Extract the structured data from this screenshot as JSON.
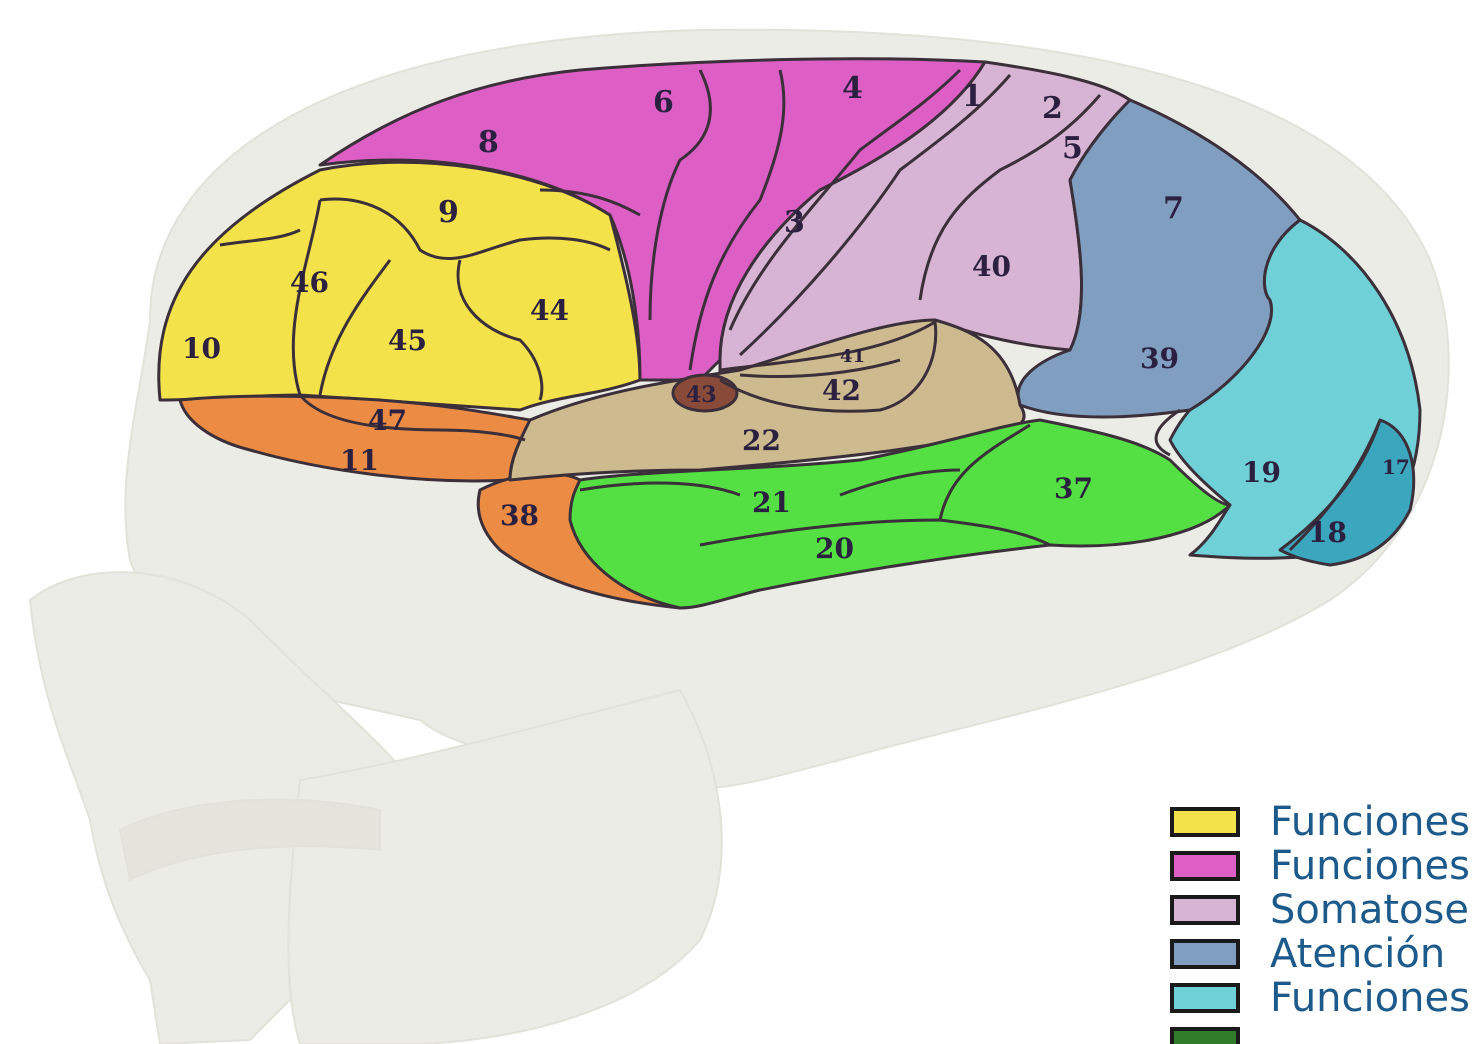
{
  "diagram": {
    "regions": {
      "area_1": "1",
      "area_2": "2",
      "area_3": "3",
      "area_4": "4",
      "area_5": "5",
      "area_6": "6",
      "area_7": "7",
      "area_8": "8",
      "area_9": "9",
      "area_10": "10",
      "area_11": "11",
      "area_17": "17",
      "area_18": "18",
      "area_19": "19",
      "area_20": "20",
      "area_21": "21",
      "area_22": "22",
      "area_37": "37",
      "area_38": "38",
      "area_39": "39",
      "area_40": "40",
      "area_41": "41",
      "area_42": "42",
      "area_43": "43",
      "area_44": "44",
      "area_45": "45",
      "area_46": "46",
      "area_47": "47"
    },
    "colors": {
      "yellow": "#f4e24a",
      "magenta": "#dd5fc6",
      "lilac": "#d7b4d3",
      "steel_blue": "#7f9ec0",
      "cyan": "#6fd0d8",
      "teal": "#3aa7be",
      "orange": "#ec8c44",
      "tan": "#cdbb8f",
      "green": "#54e043",
      "dark_green": "#2f7d2a",
      "brown": "#8a4a3a",
      "skull": "#ececE6"
    }
  },
  "legend": {
    "items": [
      {
        "label": "Funciones",
        "color": "#f4e24a"
      },
      {
        "label": "Funciones",
        "color": "#dd5fc6"
      },
      {
        "label": "Somatose",
        "color": "#d7b4d3"
      },
      {
        "label": "Atención",
        "color": "#7f9ec0"
      },
      {
        "label": "Funciones",
        "color": "#6fd0d8"
      },
      {
        "label": "",
        "color": "#2f7d2a"
      }
    ]
  }
}
